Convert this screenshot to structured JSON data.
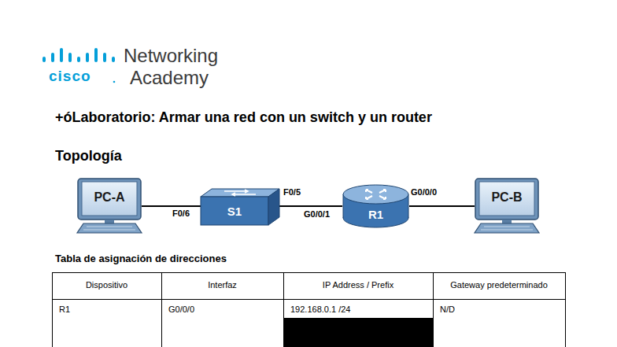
{
  "diagram": {
    "title": "+óLaboratorio: Armar una red con un switch y un router",
    "nodes": [
      {
        "text": [
          "PC-A"
        ]
      },
      {
        "text": [
          "S1"
        ]
      },
      {
        "text": [
          "R1"
        ]
      },
      {
        "text": [
          "PC-B"
        ]
      }
    ],
    "edges": [
      {
        "from": 0,
        "to": 1,
        "arrow": "none"
      },
      {
        "from": 1,
        "to": 2,
        "arrow": "none"
      },
      {
        "from": 2,
        "to": 3,
        "arrow": "none"
      }
    ],
    "labels": [
      "cisco",
      "Networking",
      "Academy",
      "Topología",
      "F0/6",
      "F0/5",
      "G0/0/1",
      "G0/0/0",
      "Tabla de asignación de direcciones",
      "Dispositivo",
      "Interfaz",
      "IP Address / Prefix",
      "Gateway predeterminado",
      "R1",
      "G0/0/0",
      "192.168.0.1 /24",
      "N/D"
    ]
  }
}
